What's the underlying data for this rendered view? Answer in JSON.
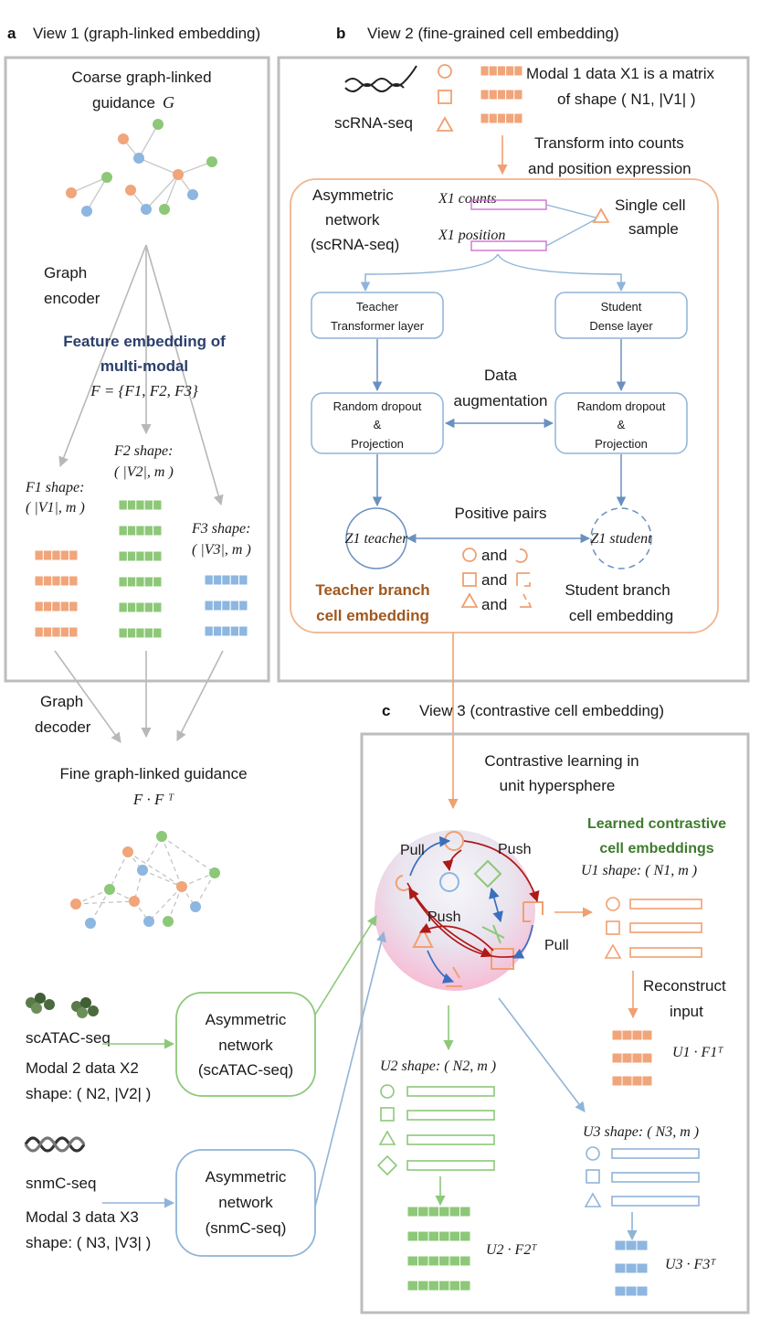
{
  "panels": {
    "a": {
      "letter": "a",
      "title": "View 1 (graph-linked embedding)"
    },
    "b": {
      "letter": "b",
      "title": "View 2 (fine-grained cell embedding)"
    },
    "c": {
      "letter": "c",
      "title": "View 3 (contrastive cell embedding)"
    }
  },
  "view1": {
    "coarse_line1": "Coarse graph-linked",
    "coarse_line2": "guidance",
    "coarse_symbol": "G",
    "graph_encoder_1": "Graph",
    "graph_encoder_2": "encoder",
    "feature_title_1": "Feature embedding of",
    "feature_title_2": "multi-modal",
    "feature_eq": "F = {F1, F2, F3}",
    "f1_label": "F1 shape:",
    "f1_dims": "( |V1|, m )",
    "f2_label": "F2 shape:",
    "f2_dims": "( |V2|, m )",
    "f3_label": "F3 shape:",
    "f3_dims": "( |V3|, m )",
    "graph_decoder_1": "Graph",
    "graph_decoder_2": "decoder",
    "fine_title": "Fine graph-linked guidance",
    "fine_eq": "F · F ᵀ"
  },
  "view2": {
    "scrna_label": "scRNA-seq",
    "modal1_line1": "Modal 1 data X1 is a matrix",
    "modal1_line2": "of shape ( N1, |V1| )",
    "transform_1": "Transform into counts",
    "transform_2": "and position expression",
    "asym_1": "Asymmetric",
    "asym_2": "network",
    "asym_3": "(scRNA-seq)",
    "x_counts": "X1 counts",
    "x_position": "X1 position",
    "single_1": "Single cell",
    "single_2": "sample",
    "teacher_1": "Teacher",
    "teacher_2": "Transformer layer",
    "student_1": "Student",
    "student_2": "Dense layer",
    "data_aug_1": "Data",
    "data_aug_2": "augmentation",
    "dropout_1": "Random dropout",
    "dropout_2": "&",
    "dropout_3": "Projection",
    "positive_pairs": "Positive pairs",
    "z_teacher": "Z1 teacher",
    "z_student": "Z1 student",
    "and": "and",
    "teacher_branch_1": "Teacher branch",
    "teacher_branch_2": "cell embedding",
    "student_branch_1": "Student branch",
    "student_branch_2": "cell embedding"
  },
  "view3": {
    "contrast_1": "Contrastive learning in",
    "contrast_2": "unit hypersphere",
    "pull": "Pull",
    "push": "Push",
    "learned_1": "Learned contrastive",
    "learned_2": "cell embeddings",
    "u1_shape": "U1 shape: ( N1, m )",
    "reconstruct_1": "Reconstruct",
    "reconstruct_2": "input",
    "u1_eq": "U1 · F1ᵀ",
    "u2_shape": "U2 shape: ( N2, m )",
    "u2_eq": "U2 · F2ᵀ",
    "u3_shape": "U3 shape: ( N3, m )",
    "u3_eq": "U3 · F3ᵀ"
  },
  "inputs": {
    "scatac_label": "scATAC-seq",
    "modal2_line1": "Modal 2 data X2",
    "modal2_line2": "shape: ( N2, |V2| )",
    "asym_atac_1": "Asymmetric",
    "asym_atac_2": "network",
    "asym_atac_3": "(scATAC-seq)",
    "snmc_label": "snmC-seq",
    "modal3_line1": "Modal 3 data X3",
    "modal3_line2": "shape: ( N3, |V3| )",
    "asym_snmc_1": "Asymmetric",
    "asym_snmc_2": "network",
    "asym_snmc_3": "(snmC-seq)"
  },
  "colors": {
    "orange": "#f0a070",
    "orange_fill": "#f0a57a",
    "green": "#8cc87a",
    "green_fill": "#8dc878",
    "blue": "#8fb4d8",
    "blue_fill": "#8db6e0",
    "gray": "#b8b8b8",
    "pink_magenta": "#d070d0",
    "red_arrow": "#b01818",
    "blue_arrow": "#3a6fc0"
  }
}
